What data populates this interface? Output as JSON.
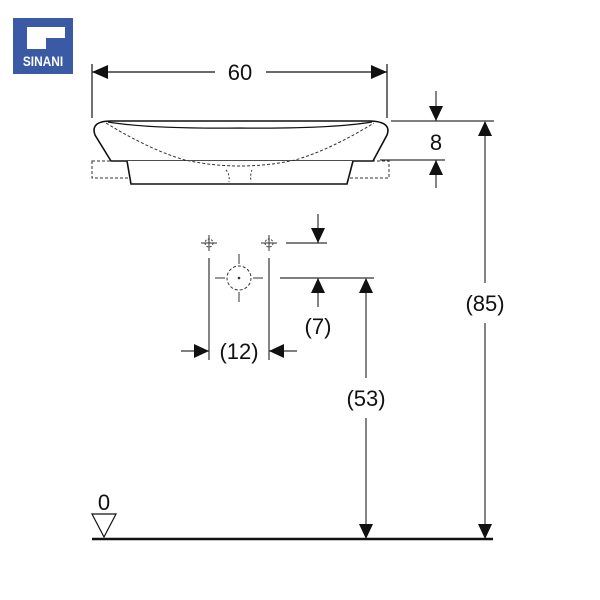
{
  "logo": {
    "text": "SINANI",
    "color": "#3a5aa6"
  },
  "dimensions": {
    "width": "60",
    "rim_height": "8",
    "total_height": "(85)",
    "waste_height": "(53)",
    "tap_hole_offset": "(7)",
    "tap_hole_spacing": "(12)",
    "floor_level": "0"
  },
  "colors": {
    "line": "#111111",
    "dim_line": "#333333"
  }
}
